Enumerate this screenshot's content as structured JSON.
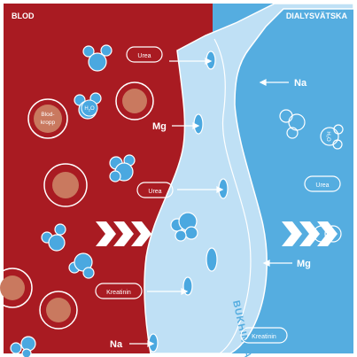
{
  "headers": {
    "blood": "BLOD",
    "dialysate": "DIALYSVÄTSKA"
  },
  "membrane_label": "BUKHINNA",
  "molecule_labels": {
    "urea": "Urea",
    "mg": "Mg",
    "na": "Na",
    "kreatinin": "Kreatinin",
    "blood_cell": "Blod-\nkropp",
    "water_h": "H",
    "water_sub": "2",
    "water_o": "O"
  },
  "colors": {
    "blood": "#a91b22",
    "dialysate": "#55ade0",
    "membrane": "#bfe0f5",
    "molecule_blue": "#4aa8e0",
    "blood_cell_core": "#c9795f",
    "white": "#ffffff"
  },
  "icons": [
    "flow-chevron-icon",
    "arrow-icon",
    "molecule-icon",
    "blood-cell-icon",
    "pore-icon"
  ]
}
